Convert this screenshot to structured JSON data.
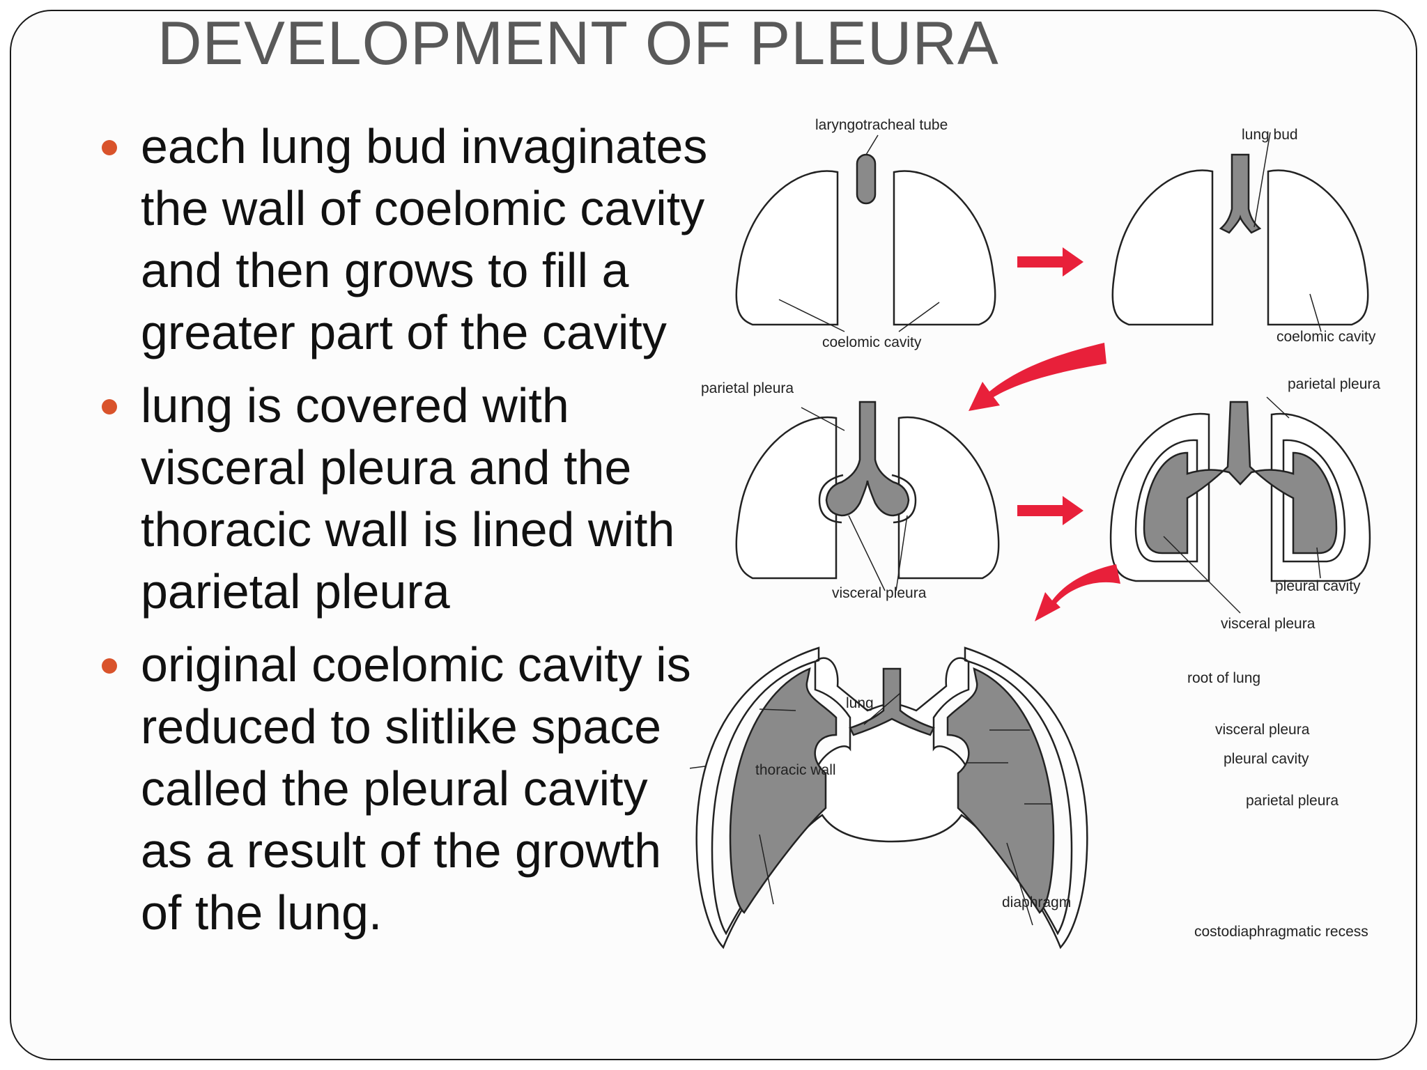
{
  "slide": {
    "title": "DEVELOPMENT OF PLEURA",
    "bullets": [
      "each lung bud invaginates the wall of coelomic cavity and then grows to fill a greater part of the cavity",
      "lung is covered with visceral pleura and the thoracic wall is lined with parietal pleura",
      "original coelomic cavity is reduced to slitlike space called the pleural cavity as a result of the growth of the lung."
    ],
    "bullet_color": "#d9532b",
    "arrow_color": "#e8203a"
  },
  "figure": {
    "labels": {
      "laryngotracheal_tube": "laryngotracheal tube",
      "lung_bud": "lung bud",
      "coelomic_cavity_1": "coelomic cavity",
      "coelomic_cavity_2": "coelomic cavity",
      "parietal_pleura_1": "parietal pleura",
      "parietal_pleura_2": "parietal pleura",
      "visceral_pleura_1": "visceral pleura",
      "visceral_pleura_2": "visceral pleura",
      "pleural_cavity_1": "pleural cavity",
      "root_of_lung": "root of lung",
      "lung": "lung",
      "visceral_pleura_3": "visceral pleura",
      "pleural_cavity_2": "pleural cavity",
      "thoracic_wall": "thoracic wall",
      "parietal_pleura_3": "parietal pleura",
      "diaphragm": "diaphragm",
      "costodiaphragmatic_recess": "costodiaphragmatic recess"
    }
  }
}
